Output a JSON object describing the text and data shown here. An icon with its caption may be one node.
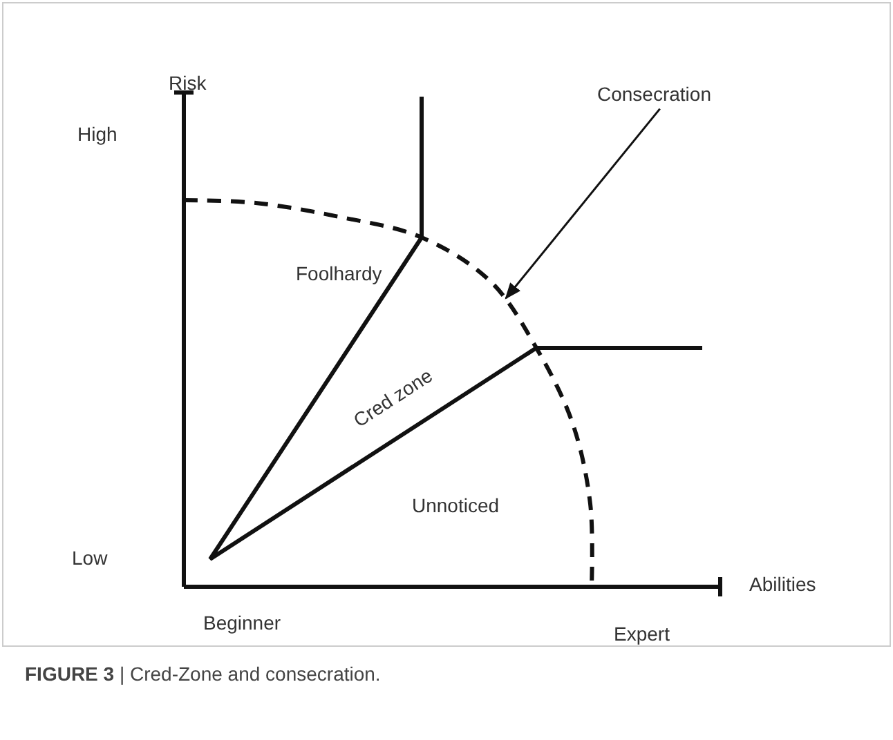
{
  "diagram": {
    "caption": "**FIGURE 3** | Cred-Zone and consecration.",
    "nodes": [
      {
        "text": [
          "Consecration"
        ]
      },
      {
        "text": [],
        "shape": "arc"
      }
    ],
    "edges": [
      {
        "from": 0,
        "to": 1,
        "arrow": "to"
      }
    ],
    "labels": [
      "Risk",
      "High",
      "Foolhardy",
      "Cred zone",
      "Unnoticed",
      "Low",
      "Abilities",
      "Beginner",
      "Expert"
    ]
  }
}
